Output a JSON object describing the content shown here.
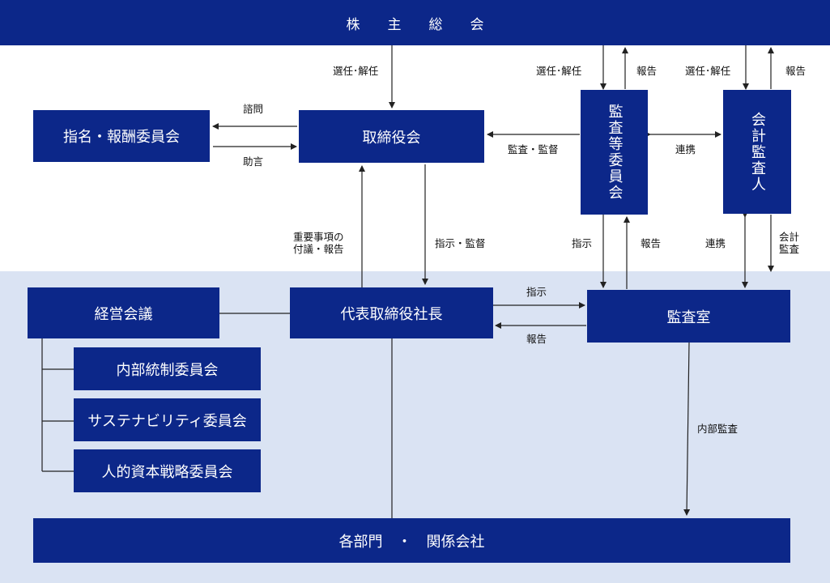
{
  "boxes": {
    "shareholders_meeting": "株　　主　　総　　会",
    "nomination_committee": "指名・報酬委員会",
    "board": "取締役会",
    "audit_committee": "監査等委員会",
    "accounting_auditor": "会計監査人",
    "management_meeting": "経営会議",
    "president": "代表取締役社長",
    "audit_office": "監査室",
    "internal_control_committee": "内部統制委員会",
    "sustainability_committee": "サステナビリティ委員会",
    "human_capital_committee": "人的資本戦略委員会",
    "departments": "各部門　・　関係会社"
  },
  "labels": {
    "elect_dismiss_board": "選任･解任",
    "elect_dismiss_audit": "選任･解任",
    "report_audit_to_meeting": "報告",
    "elect_dismiss_auditor": "選任･解任",
    "report_auditor_to_meeting": "報告",
    "inquiry": "諮問",
    "advice": "助言",
    "audit_supervise_board": "監査・監督",
    "cooperation_top": "連携",
    "important_matters": "重要事項の\n付議・報告",
    "instruct_supervise": "指示・監督",
    "instruct_audit_office": "指示",
    "report_audit_office": "報告",
    "cooperation_bottom": "連携",
    "accounting_audit": "会計\n監査",
    "instruct_president": "指示",
    "report_president": "報告",
    "internal_audit": "内部監査"
  },
  "colors": {
    "box_fill": "#0c2789",
    "box_text": "#ffffff",
    "lower_region": "#dae3f3",
    "line": "#222222"
  }
}
